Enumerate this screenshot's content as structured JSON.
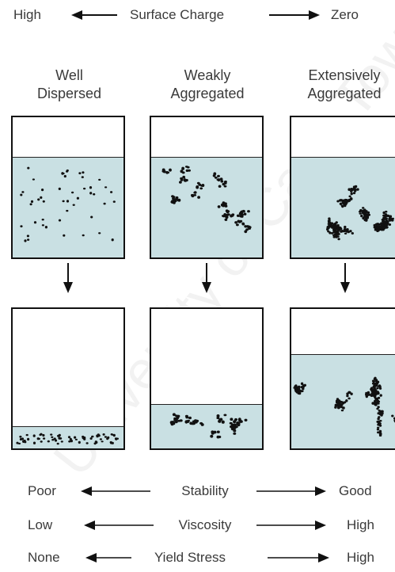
{
  "top_scale": {
    "left": "High",
    "center": "Surface Charge",
    "right": "Zero"
  },
  "columns": [
    {
      "line1": "Well",
      "line2": "Dispersed"
    },
    {
      "line1": "Weakly",
      "line2": "Aggregated"
    },
    {
      "line1": "Extensively",
      "line2": "Aggregated"
    }
  ],
  "properties": [
    {
      "left": "Poor",
      "name": "Stability",
      "right": "Good"
    },
    {
      "left": "Low",
      "name": "Viscosity",
      "right": "High"
    },
    {
      "left": "None",
      "name": "Yield Stress",
      "right": "High"
    }
  ],
  "watermark": "University of Cape Town",
  "colors": {
    "suspension": "#c9e0e3",
    "ink": "#111111",
    "text": "#3a3a3a"
  }
}
